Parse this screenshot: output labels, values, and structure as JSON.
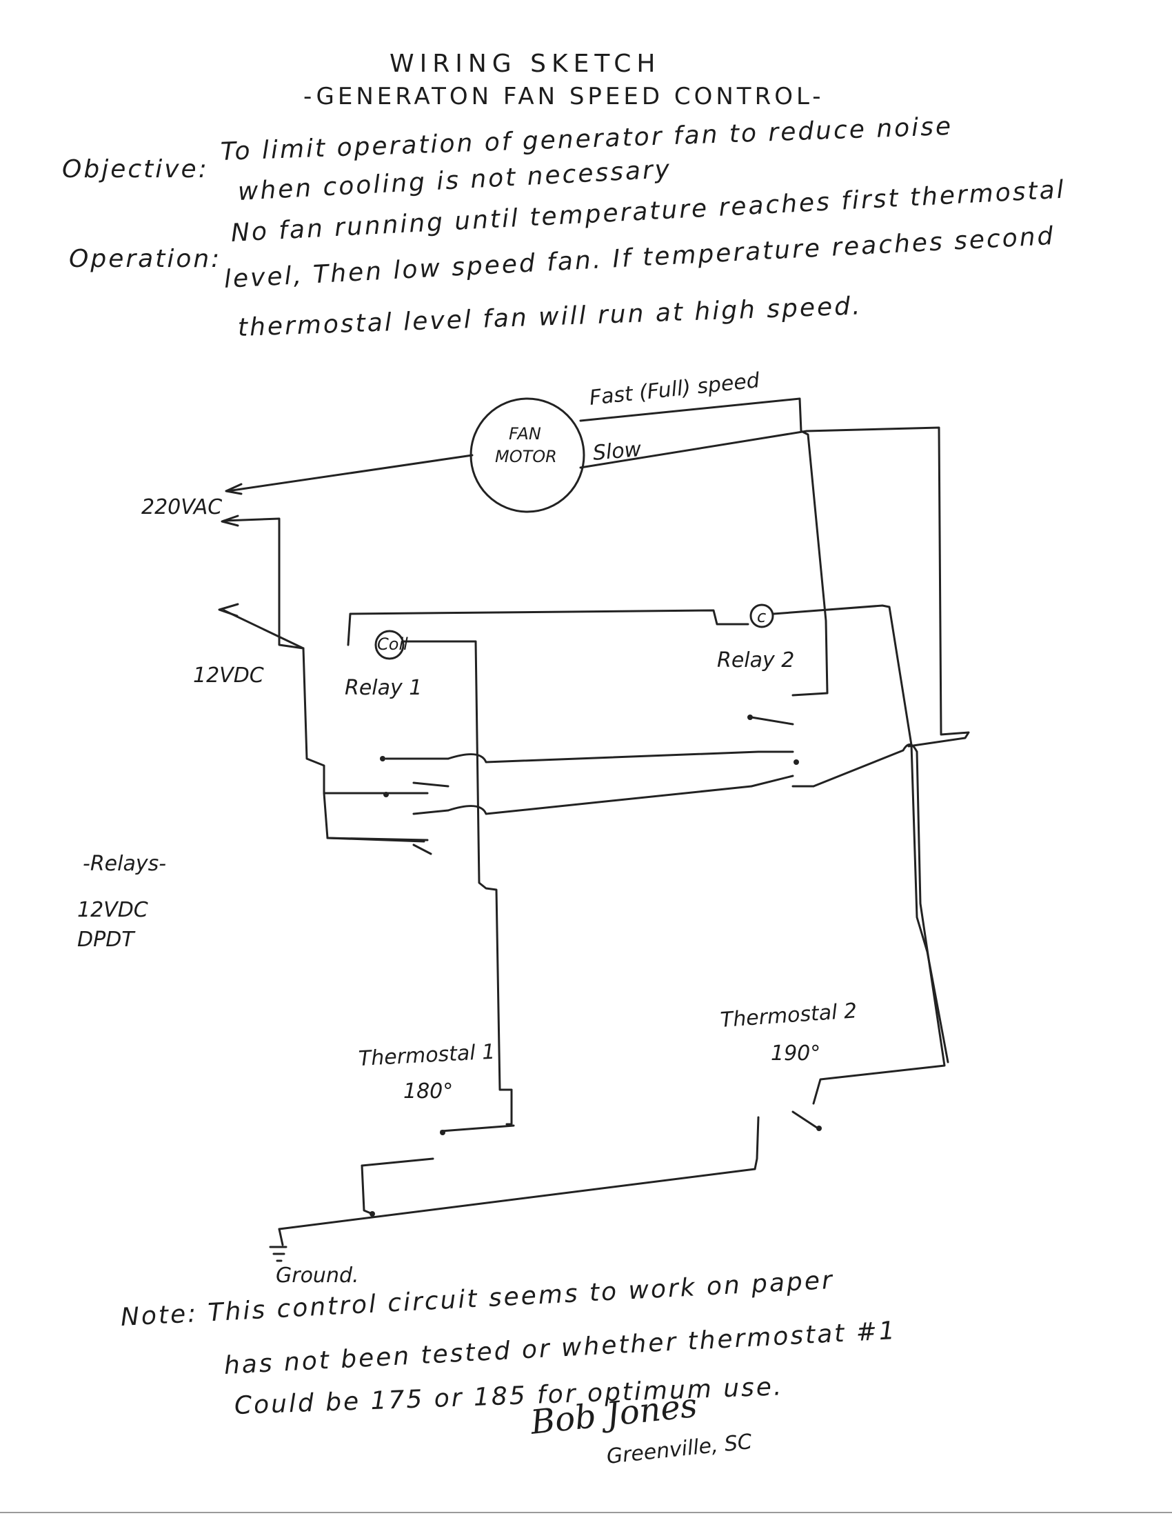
{
  "header": {
    "title": "WIRING SKETCH",
    "subtitle": "-GENERATON FAN SPEED CONTROL-"
  },
  "objective": {
    "label": "Objective:",
    "line1": "To limit operation of generator fan to reduce noise",
    "line2": "when cooling is not necessary"
  },
  "operation": {
    "label": "Operation:",
    "line1": "No fan running until temperature reaches first thermostal",
    "line2": "level, Then low speed fan. If temperature reaches second",
    "line3": "thermostal level fan will run at high speed."
  },
  "diagram": {
    "fan_motor_line1": "FAN",
    "fan_motor_line2": "MOTOR",
    "fast_label": "Fast (Full) speed",
    "slow_label": "Slow",
    "vac_label": "220VAC",
    "vdc_label": "12VDC",
    "coil1_label": "Coil",
    "coil2_label": "c",
    "relay1_label": "Relay 1",
    "relay2_label": "Relay 2",
    "relays_note_line1": "-Relays-",
    "relays_note_line2": "12VDC",
    "relays_note_line3": "DPDT",
    "thermostat1_line1": "Thermostal 1",
    "thermostat1_line2": "180°",
    "thermostat2_line1": "Thermostal 2",
    "thermostat2_line2": "190°",
    "ground_label": "Ground."
  },
  "note": {
    "line1": "Note: This control circuit seems to work on paper",
    "line2": "has not been tested or whether thermostat #1",
    "line3": "Could be 175 or 185 for optimum use."
  },
  "signature": {
    "name": "Bob Jones",
    "location": "Greenville, SC"
  }
}
